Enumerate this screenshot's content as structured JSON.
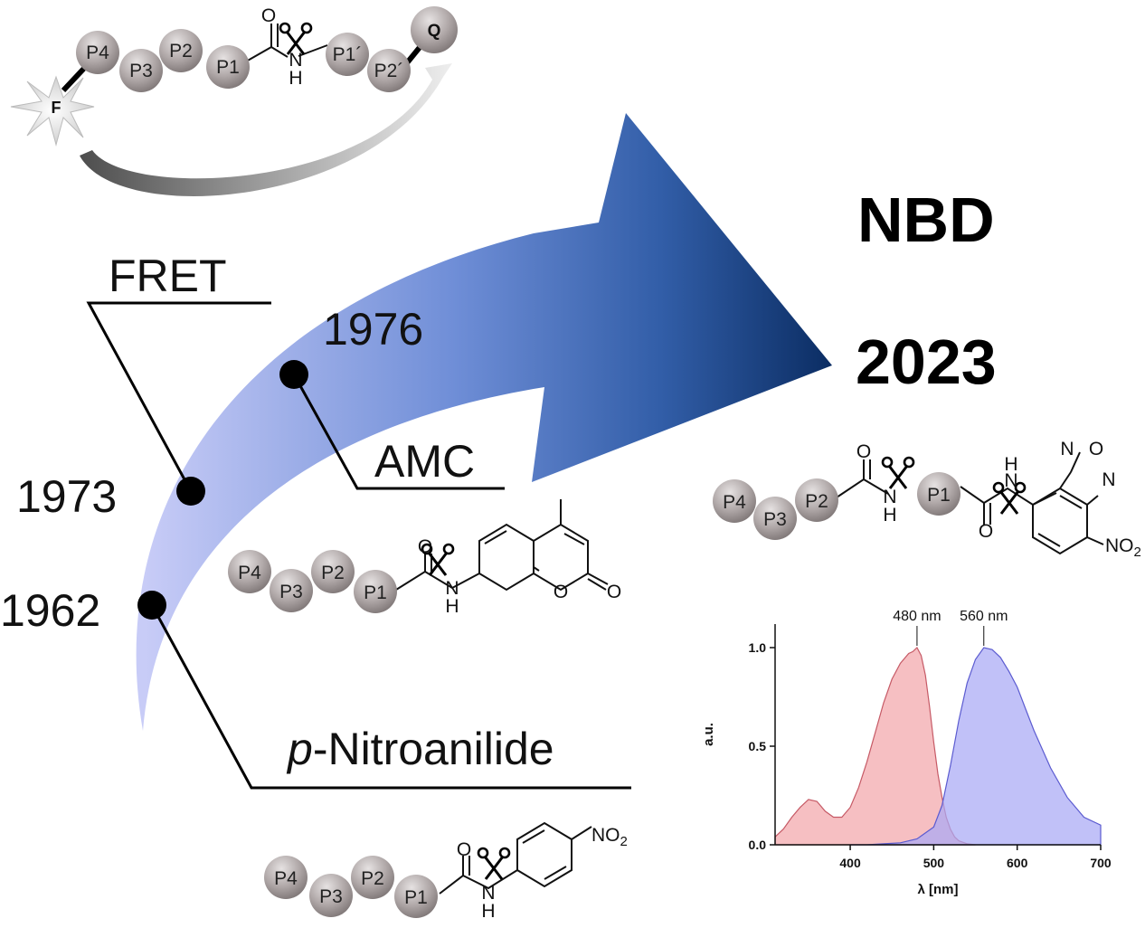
{
  "years": {
    "y1962": "1962",
    "y1973": "1973",
    "y1976": "1976"
  },
  "methods": {
    "fret": "FRET",
    "amc": "AMC",
    "pna_prefix": "p",
    "pna_rest": "-Nitroanilide"
  },
  "target": {
    "name": "NBD",
    "year": "2023"
  },
  "residues": {
    "p4": "P4",
    "p3": "P3",
    "p2": "P2",
    "p1": "P1",
    "p1p": "P1´",
    "p2p": "P2´"
  },
  "fret_labels": {
    "fluorophore": "F",
    "quencher": "Q"
  },
  "chem": {
    "O": "O",
    "NH_N": "N",
    "NH_H": "H",
    "NO2": "NO",
    "sub2": "2"
  },
  "colors": {
    "arrow_light": "#c8ccf7",
    "arrow_dark": "#0b2d63",
    "bead": "#9a9292",
    "excitation_fill": "#f3a6aa",
    "emission_fill": "#a9a9f5"
  },
  "chart_data": {
    "type": "area",
    "xlabel": "λ [nm]",
    "ylabel": "a.u.",
    "xlim": [
      310,
      700
    ],
    "ylim": [
      0,
      1.0
    ],
    "xticks": [
      400,
      500,
      600,
      700
    ],
    "yticks": [
      "0.0",
      "0.5",
      "1.0"
    ],
    "annotations": [
      "480 nm",
      "560 nm"
    ],
    "series": [
      {
        "x": [
          310,
          320,
          330,
          340,
          350,
          360,
          370,
          380,
          390,
          400,
          410,
          420,
          430,
          440,
          450,
          460,
          470,
          475,
          480,
          485,
          490,
          495,
          500,
          505,
          510,
          515,
          520,
          525,
          530,
          540,
          550
        ],
        "values": [
          0.04,
          0.08,
          0.14,
          0.19,
          0.23,
          0.22,
          0.17,
          0.14,
          0.14,
          0.19,
          0.29,
          0.42,
          0.57,
          0.72,
          0.84,
          0.92,
          0.97,
          0.98,
          1.0,
          0.96,
          0.86,
          0.7,
          0.52,
          0.36,
          0.24,
          0.14,
          0.08,
          0.04,
          0.02,
          0.005,
          0.0
        ]
      },
      {
        "x": [
          400,
          420,
          440,
          460,
          480,
          500,
          510,
          520,
          530,
          540,
          550,
          560,
          570,
          580,
          590,
          600,
          610,
          620,
          640,
          660,
          680,
          700
        ],
        "values": [
          0.0,
          0.0,
          0.005,
          0.01,
          0.03,
          0.09,
          0.2,
          0.4,
          0.63,
          0.82,
          0.94,
          1.0,
          0.99,
          0.95,
          0.88,
          0.8,
          0.69,
          0.58,
          0.39,
          0.24,
          0.14,
          0.1
        ]
      }
    ]
  }
}
